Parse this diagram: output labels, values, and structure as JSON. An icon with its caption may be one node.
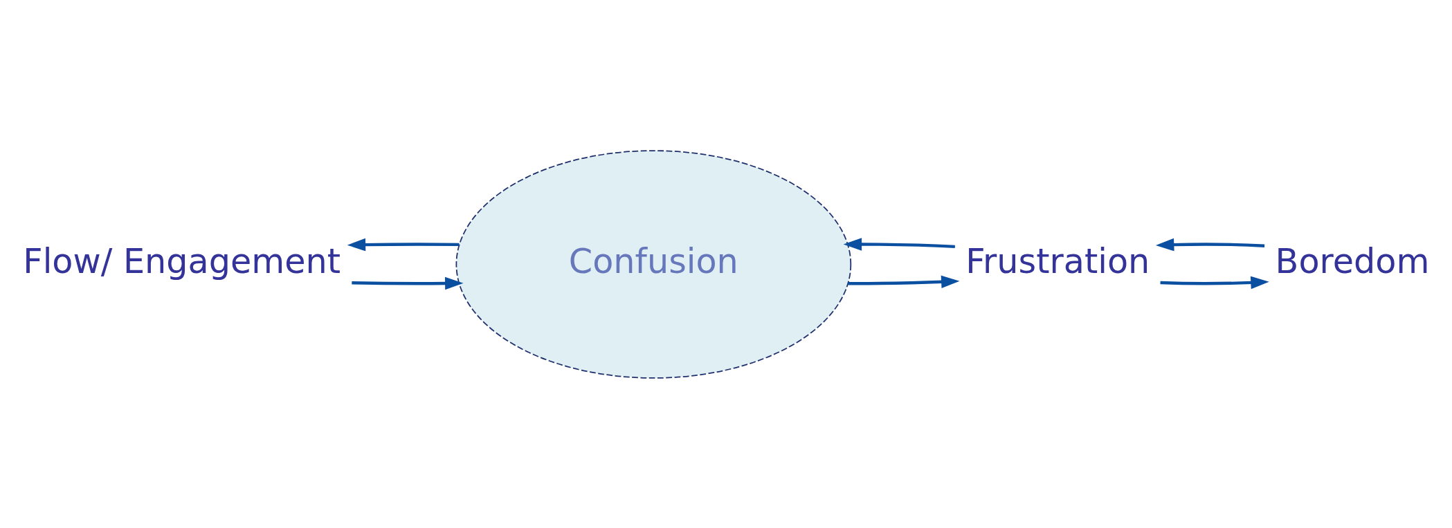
{
  "diagram": {
    "nodes": [
      {
        "text": [
          "Flow/ Engagement"
        ]
      },
      {
        "text": [
          "Confusion"
        ]
      },
      {
        "text": [
          "Frustration"
        ]
      },
      {
        "text": [
          "Boredom"
        ]
      }
    ],
    "edges": [
      {
        "from": 0,
        "to": 1,
        "arrow": "to"
      },
      {
        "from": 1,
        "to": 0,
        "arrow": "to"
      },
      {
        "from": 1,
        "to": 2,
        "arrow": "to"
      },
      {
        "from": 2,
        "to": 1,
        "arrow": "to"
      },
      {
        "from": 2,
        "to": 3,
        "arrow": "to"
      },
      {
        "from": 3,
        "to": 2,
        "arrow": "to"
      }
    ]
  }
}
